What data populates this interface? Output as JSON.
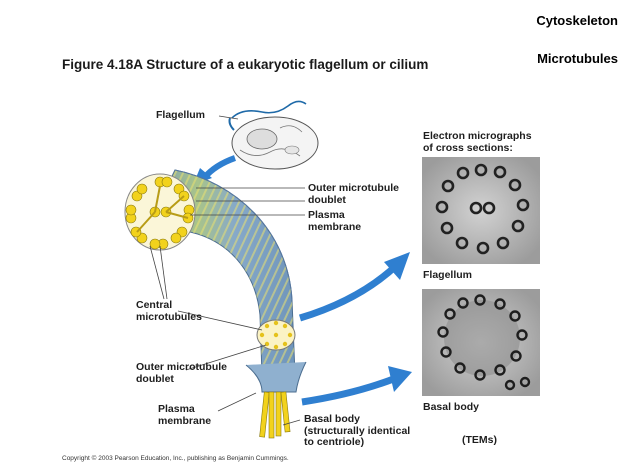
{
  "header": {
    "topic": "Cytoskeleton",
    "subtopic": "Microtubules"
  },
  "figure": {
    "title": "Figure 4.18A  Structure of a eukaryotic flagellum or cilium",
    "labels": {
      "flagellum_cell": "Flagellum",
      "outer_doublet_top": "Outer microtubule\ndoublet",
      "plasma_membrane_top": "Plasma\nmembrane",
      "central_microtubules": "Central\nmicrotubules",
      "outer_doublet_bottom": "Outer microtubule\ndoublet",
      "plasma_membrane_bottom": "Plasma\nmembrane",
      "basal_body": "Basal body\n(structurally identical\nto centriole)"
    },
    "micrographs": {
      "heading": "Electron micrographs\nof cross sections:",
      "top_caption": "Flagellum",
      "bottom_caption": "Basal body",
      "tems": "(TEMs)"
    },
    "copyright": "Copyright © 2003 Pearson Education, Inc., publishing as Benjamin Cummings."
  },
  "colors": {
    "arrow_blue": "#2f7fd0",
    "microtubule_yellow": "#f2d21c",
    "flagellum_blue": "#7fa3c6",
    "flagellum_green": "#9fbf78",
    "micrograph_gray": "#a7a7a7"
  }
}
